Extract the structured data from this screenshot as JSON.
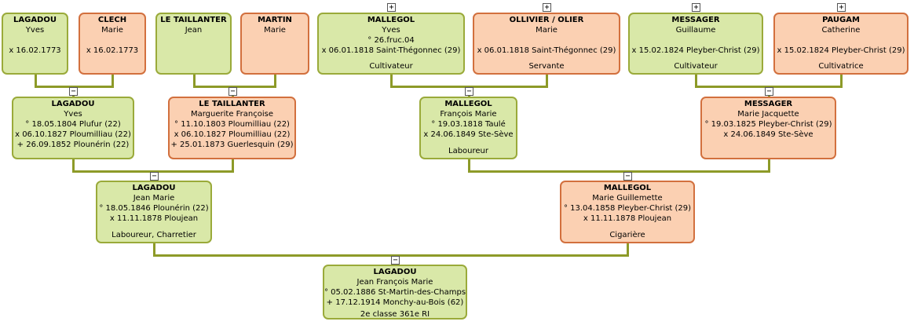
{
  "persons": [
    {
      "id": "p1",
      "sex": "m",
      "surname": "LAGADOU",
      "given": "Yves",
      "lines": [
        "",
        "x 16.02.1773"
      ],
      "occupation": "",
      "toggle": ""
    },
    {
      "id": "p2",
      "sex": "f",
      "surname": "CLECH",
      "given": "Marie",
      "lines": [
        "",
        "x 16.02.1773"
      ],
      "occupation": "",
      "toggle": ""
    },
    {
      "id": "p3",
      "sex": "m",
      "surname": "LE TAILLANTER",
      "given": "Jean",
      "lines": [],
      "occupation": "",
      "toggle": ""
    },
    {
      "id": "p4",
      "sex": "f",
      "surname": "MARTIN",
      "given": "Marie",
      "lines": [],
      "occupation": "",
      "toggle": ""
    },
    {
      "id": "p5",
      "sex": "m",
      "surname": "MALLEGOL",
      "given": "Yves",
      "lines": [
        "° 26.fruc.04",
        "x 06.01.1818 Saint-Thégonnec (29)"
      ],
      "occupation": "Cultivateur",
      "toggle": "+"
    },
    {
      "id": "p6",
      "sex": "f",
      "surname": "OLLIVIER / OLIER",
      "given": "Marie",
      "lines": [
        "",
        "x 06.01.1818 Saint-Thégonnec (29)"
      ],
      "occupation": "Servante",
      "toggle": "+"
    },
    {
      "id": "p7",
      "sex": "m",
      "surname": "MESSAGER",
      "given": "Guillaume",
      "lines": [
        "",
        "x 15.02.1824 Pleyber-Christ (29)"
      ],
      "occupation": "Cultivateur",
      "toggle": "+"
    },
    {
      "id": "p8",
      "sex": "f",
      "surname": "PAUGAM",
      "given": "Catherine",
      "lines": [
        "",
        "x 15.02.1824 Pleyber-Christ (29)"
      ],
      "occupation": "Cultivatrice",
      "toggle": "+"
    },
    {
      "id": "p9",
      "sex": "m",
      "surname": "LAGADOU",
      "given": "Yves",
      "lines": [
        "° 18.05.1804 Plufur (22)",
        "x 06.10.1827 Ploumilliau (22)",
        "+ 26.09.1852 Plounérin (22)"
      ],
      "occupation": "",
      "toggle": ""
    },
    {
      "id": "p10",
      "sex": "f",
      "surname": "LE TAILLANTER",
      "given": "Marguerite Françoise",
      "lines": [
        "° 11.10.1803 Ploumilliau (22)",
        "x 06.10.1827 Ploumilliau (22)",
        "+ 25.01.1873 Guerlesquin (29)"
      ],
      "occupation": "",
      "toggle": ""
    },
    {
      "id": "p11",
      "sex": "m",
      "surname": "MALLEGOL",
      "given": "François Marie",
      "lines": [
        "° 19.03.1818 Taulé",
        "x 24.06.1849 Ste-Sève"
      ],
      "occupation": "Laboureur",
      "toggle": ""
    },
    {
      "id": "p12",
      "sex": "f",
      "surname": "MESSAGER",
      "given": "Marie Jacquette",
      "lines": [
        "° 19.03.1825 Pleyber-Christ (29)",
        "x 24.06.1849 Ste-Sève"
      ],
      "occupation": "",
      "toggle": ""
    },
    {
      "id": "p13",
      "sex": "m",
      "surname": "LAGADOU",
      "given": "Jean Marie",
      "lines": [
        "° 18.05.1846 Plounérin (22)",
        "x 11.11.1878 Ploujean"
      ],
      "occupation": "Laboureur, Charretier",
      "toggle": ""
    },
    {
      "id": "p14",
      "sex": "f",
      "surname": "MALLEGOL",
      "given": "Marie Guillemette",
      "lines": [
        "° 13.04.1858 Pleyber-Christ (29)",
        "x 11.11.1878 Ploujean"
      ],
      "occupation": "Cigarière",
      "toggle": ""
    },
    {
      "id": "p15",
      "sex": "m",
      "surname": "LAGADOU",
      "given": "Jean François Marie",
      "lines": [
        "° 05.02.1886 St-Martin-des-Champs",
        "+ 17.12.1914 Monchy-au-Bois (62)"
      ],
      "occupation": "2e classe 361e RI",
      "toggle": ""
    }
  ],
  "couples": [
    {
      "father": "p1",
      "mother": "p2",
      "child": "p9",
      "toggle": "−"
    },
    {
      "father": "p3",
      "mother": "p4",
      "child": "p10",
      "toggle": "−"
    },
    {
      "father": "p5",
      "mother": "p6",
      "child": "p11",
      "toggle": "−"
    },
    {
      "father": "p7",
      "mother": "p8",
      "child": "p12",
      "toggle": "−"
    },
    {
      "father": "p9",
      "mother": "p10",
      "child": "p13",
      "toggle": "−"
    },
    {
      "father": "p11",
      "mother": "p12",
      "child": "p14",
      "toggle": "−"
    },
    {
      "father": "p13",
      "mother": "p14",
      "child": "p15",
      "toggle": "−"
    }
  ],
  "colors": {
    "male_fill": "#d9e8a8",
    "male_border": "#9aaa3a",
    "female_fill": "#fbd0b2",
    "female_border": "#d2703e",
    "connector": "#8d9a28"
  }
}
